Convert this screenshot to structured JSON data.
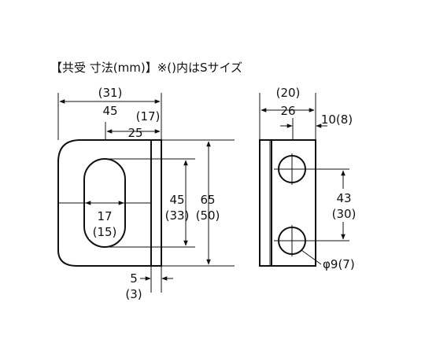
{
  "title": "【共受 寸法(mm)】※()内はSサイズ",
  "front_view": {
    "overall_width": "(31)",
    "overall_width_l": "45",
    "flange_width_s": "(17)",
    "flange_width_l": "25",
    "slot_height_l": "45",
    "slot_height_s": "(33)",
    "total_height_l": "65",
    "total_height_s": "(50)",
    "slot_width_l": "17",
    "slot_width_s": "(15)",
    "thickness_l": "5",
    "thickness_s": "(3)"
  },
  "side_view": {
    "width_s": "(20)",
    "width_l": "26",
    "thickness": "10(8)",
    "hole_pitch_l": "43",
    "hole_pitch_s": "(30)",
    "hole_dia": "φ9(7)"
  }
}
